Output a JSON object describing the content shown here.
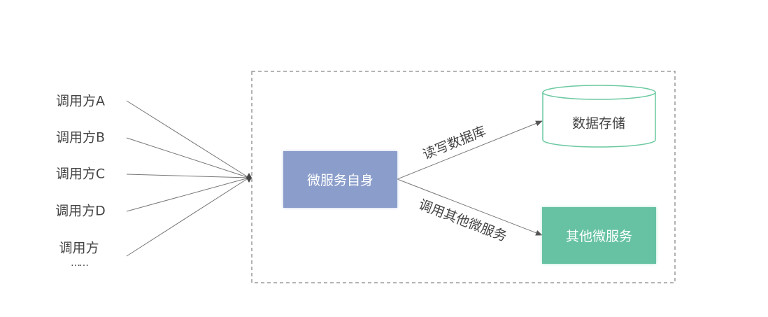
{
  "callers": [
    "调用方A",
    "调用方B",
    "调用方C",
    "调用方D",
    "调用方"
  ],
  "callers_more": "……",
  "service_self": "微服务自身",
  "data_storage": "数据存储",
  "other_services": "其他微服务",
  "edge_read_write": "读写数据库",
  "edge_call_other": "调用其他微服务",
  "colors": {
    "service_self": "#8b9ecb",
    "other_services": "#66c2a3",
    "storage_stroke": "#6cc9a1",
    "line": "#777777",
    "text": "#444444"
  }
}
